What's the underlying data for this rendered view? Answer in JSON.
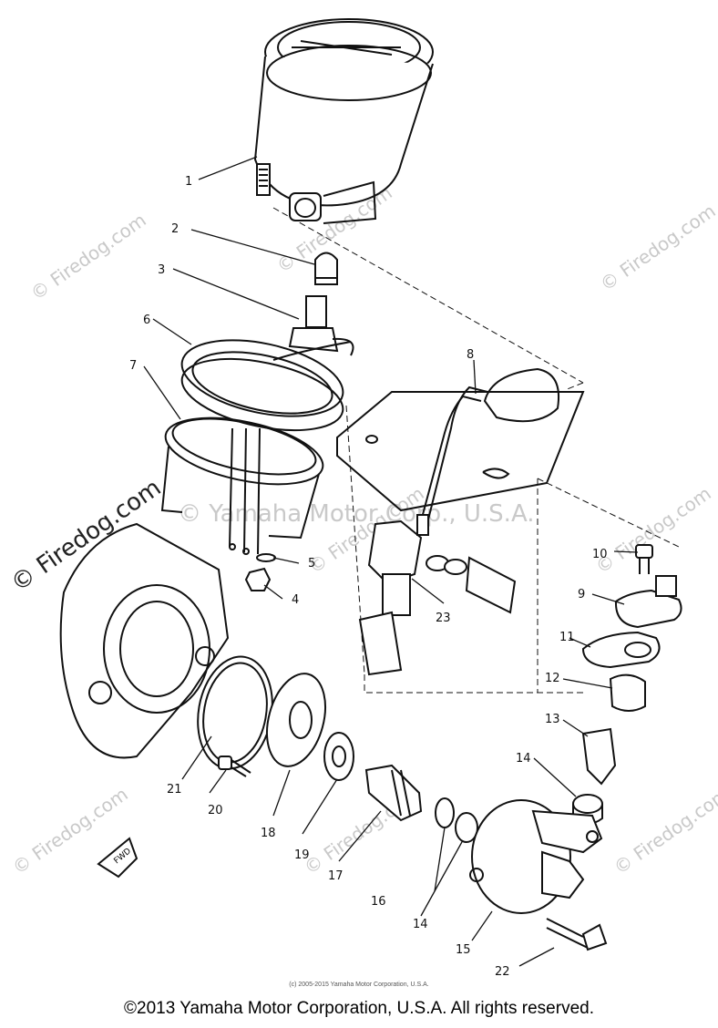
{
  "watermarks": {
    "site": "© Firedog.com",
    "center": "© Yamaha Motor Corp., U.S.A."
  },
  "fwd_label": "FWD",
  "callouts": [
    "1",
    "2",
    "3",
    "6",
    "7",
    "8",
    "10",
    "9",
    "11",
    "5",
    "4",
    "23",
    "12",
    "13",
    "14",
    "21",
    "20",
    "18",
    "19",
    "17",
    "16",
    "14",
    "15",
    "22"
  ],
  "footer_small": "(c) 2005-2015 Yamaha Motor Corporation, U.S.A.",
  "footer": "©2013 Yamaha Motor Corporation, U.S.A. All rights reserved."
}
